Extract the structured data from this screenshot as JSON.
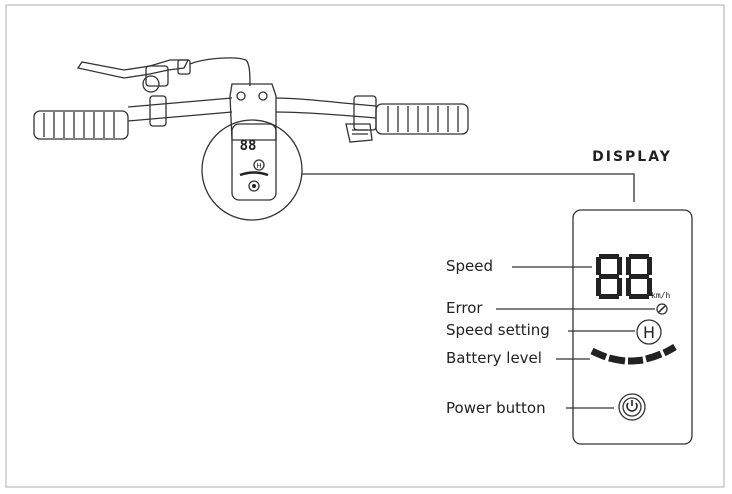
{
  "diagram": {
    "title": "DISPLAY",
    "digits": "88",
    "speed_unit": "km/h",
    "mode_letter": "H",
    "mini_digits": "88",
    "mini_mode_letter": "H",
    "labels": {
      "speed": "Speed",
      "error": "Error",
      "speed_setting": "Speed setting",
      "battery_level": "Battery level",
      "power_button": "Power button"
    }
  }
}
